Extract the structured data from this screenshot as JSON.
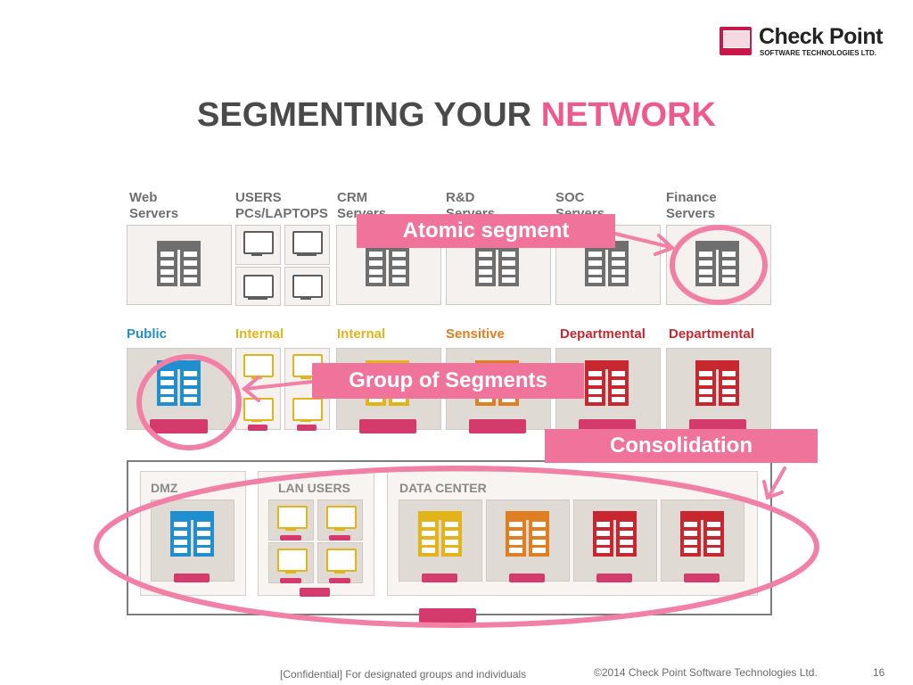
{
  "logo": {
    "name": "Check Point",
    "sub": "SOFTWARE TECHNOLOGIES LTD."
  },
  "title": {
    "part1": "SEGMENTING YOUR",
    "part2": "NETWORK"
  },
  "top_row_labels": [
    {
      "line1": "Web",
      "line2": "Servers"
    },
    {
      "line1": "USERS",
      "line2": "PCs/LAPTOPS"
    },
    {
      "line1": "CRM",
      "line2": "Servers"
    },
    {
      "line1": "R&D",
      "line2": "Servers"
    },
    {
      "line1": "SOC",
      "line2": "Servers"
    },
    {
      "line1": "Finance",
      "line2": "Servers"
    }
  ],
  "mid_row_labels": [
    {
      "text": "Public",
      "color": "#1f8fcf"
    },
    {
      "text": "Internal",
      "color": "#e2b419"
    },
    {
      "text": "Internal",
      "color": "#e2b419"
    },
    {
      "text": "Sensitive",
      "color": "#e07e22"
    },
    {
      "text": "Departmental",
      "color": "#c8272f"
    },
    {
      "text": "Departmental",
      "color": "#c8272f"
    }
  ],
  "callouts": {
    "atomic": "Atomic segment",
    "group": "Group of Segments",
    "consolidation": "Consolidation"
  },
  "zones": {
    "dmz": "DMZ",
    "lan": "LAN USERS",
    "dc": "DATA CENTER"
  },
  "colors": {
    "accent": "#ef5a8e",
    "callout": "#f0739b",
    "ring": "#f280a6",
    "plate": "#d43a6b",
    "gray_server": "#6f6f6f",
    "blue": "#1f8fcf",
    "yellow": "#e2b419",
    "orange": "#e07e22",
    "red": "#c8272f"
  },
  "footer": {
    "confidential": "[Confidential] For designated groups and individuals",
    "copyright": "©2014 Check Point Software Technologies Ltd.",
    "page": "16"
  }
}
